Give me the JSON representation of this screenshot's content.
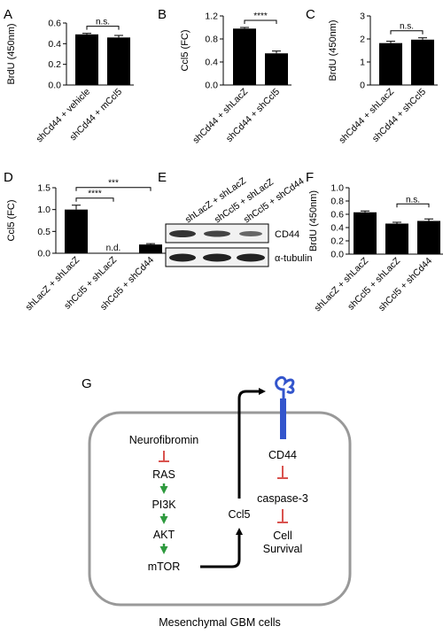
{
  "panels": {
    "A": "A",
    "B": "B",
    "C": "C",
    "D": "D",
    "E": "E",
    "F": "F",
    "G": "G"
  },
  "chart_data": [
    {
      "panel": "A",
      "type": "bar",
      "categories": [
        "shCd44 + vehicle",
        "shCd44 + mCcl5"
      ],
      "values": [
        0.49,
        0.46
      ],
      "errors": [
        0.01,
        0.02
      ],
      "ylabel": "BrdU (450nm)",
      "ylim": [
        0,
        0.6
      ],
      "yticks": [
        "0.0",
        "0.2",
        "0.4",
        "0.6"
      ],
      "significance": [
        {
          "between": [
            0,
            1
          ],
          "label": "n.s."
        }
      ]
    },
    {
      "panel": "B",
      "type": "bar",
      "categories": [
        "shCd44 + shLacZ",
        "shCd44 + shCcl5"
      ],
      "values": [
        0.98,
        0.55
      ],
      "errors": [
        0.02,
        0.04
      ],
      "ylabel": "Ccl5 (FC)",
      "ylim": [
        0,
        1.2
      ],
      "yticks": [
        "0.0",
        "0.4",
        "0.8",
        "1.2"
      ],
      "significance": [
        {
          "between": [
            0,
            1
          ],
          "label": "****"
        }
      ]
    },
    {
      "panel": "C",
      "type": "bar",
      "categories": [
        "shCd44 + shLacZ",
        "shCd44 + shCcl5"
      ],
      "values": [
        1.82,
        1.97
      ],
      "errors": [
        0.08,
        0.08
      ],
      "ylabel": "BrdU (450nm)",
      "ylim": [
        0,
        3
      ],
      "yticks": [
        "0",
        "1",
        "2",
        "3"
      ],
      "significance": [
        {
          "between": [
            0,
            1
          ],
          "label": "n.s."
        }
      ]
    },
    {
      "panel": "D",
      "type": "bar",
      "categories": [
        "shLacZ + shLacZ",
        "shCcl5 + shLacZ",
        "shCcl5 + shCd44"
      ],
      "values": [
        1.0,
        null,
        0.2
      ],
      "errors": [
        0.1,
        null,
        0.02
      ],
      "bar_labels": [
        "",
        "n.d.",
        ""
      ],
      "ylabel": "Ccl5 (FC)",
      "ylim": [
        0,
        1.5
      ],
      "yticks": [
        "0.0",
        "0.5",
        "1.0",
        "1.5"
      ],
      "significance": [
        {
          "between": [
            0,
            1
          ],
          "label": "****"
        },
        {
          "between": [
            0,
            2
          ],
          "label": "***"
        }
      ]
    },
    {
      "panel": "F",
      "type": "bar",
      "categories": [
        "shLacZ + shLacZ",
        "shCcl5 + shLacZ",
        "shCcl5 + shCd44"
      ],
      "values": [
        0.63,
        0.46,
        0.5
      ],
      "errors": [
        0.02,
        0.02,
        0.03
      ],
      "ylabel": "BrdU (450nm)",
      "ylim": [
        0,
        1.0
      ],
      "yticks": [
        "0.0",
        "0.2",
        "0.4",
        "0.6",
        "0.8",
        "1.0"
      ],
      "significance": [
        {
          "between": [
            1,
            2
          ],
          "label": "n.s."
        }
      ]
    }
  ],
  "blot": {
    "lanes": [
      "shLacZ + shLacZ",
      "shCcl5 + shLacZ",
      "shCcl5 + shCd44"
    ],
    "rows": [
      "CD44",
      "α-tubulin"
    ]
  },
  "diagram": {
    "left_pathway": [
      "Neurofibromin",
      "RAS",
      "PI3K",
      "AKT",
      "mTOR"
    ],
    "middle": "Ccl5",
    "right_pathway": [
      "CD44",
      "caspase-3",
      "Cell",
      "Survival"
    ],
    "caption": "Mesenchymal GBM cells",
    "colors": {
      "inhibit": "#d9534f",
      "activate": "#2e9a3e",
      "receptor": "#3355cc",
      "cell_border": "#999999"
    }
  }
}
